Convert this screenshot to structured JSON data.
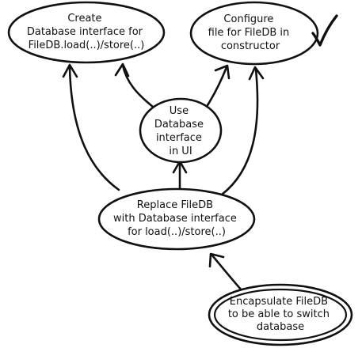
{
  "diagram": {
    "nodes": {
      "create_interface": {
        "lines": [
          "Create",
          "Database interface for",
          "FileDB.load(..)/store(..)"
        ]
      },
      "configure_file": {
        "lines": [
          "Configure",
          "file for FileDB in",
          "constructor"
        ],
        "done_mark": "check-mark-icon"
      },
      "use_interface": {
        "lines": [
          "Use",
          "Database",
          "interface",
          "in UI"
        ]
      },
      "replace_filedb": {
        "lines": [
          "Replace FileDB",
          "with Database interface",
          "for load(..)/store(..)"
        ]
      },
      "encapsulate_filedb": {
        "lines": [
          "Encapsulate FileDB",
          "to be able to switch",
          "database"
        ],
        "style": "double-ellipse"
      }
    }
  }
}
